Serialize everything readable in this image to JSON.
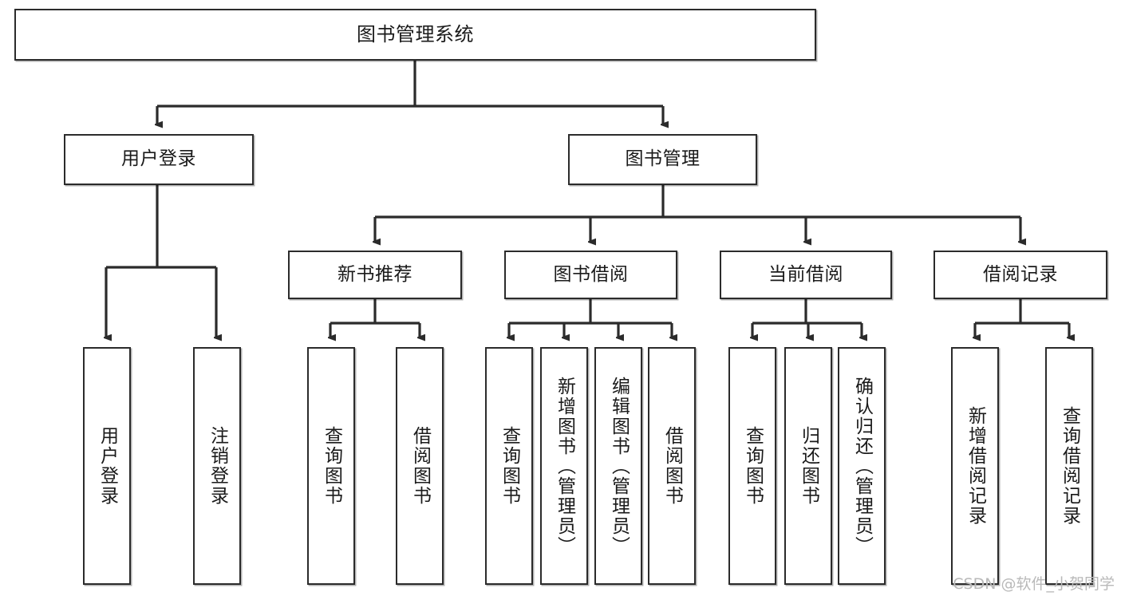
{
  "diagram": {
    "title": "图书管理系统",
    "type": "hierarchy-tree",
    "root": {
      "id": "root",
      "label": "图书管理系统"
    },
    "level1": [
      {
        "id": "user-login",
        "label": "用户登录"
      },
      {
        "id": "book-management",
        "label": "图书管理"
      }
    ],
    "level2": [
      {
        "id": "new-book-recommend",
        "label": "新书推荐",
        "parent": "book-management"
      },
      {
        "id": "book-borrow",
        "label": "图书借阅",
        "parent": "book-management"
      },
      {
        "id": "current-borrow",
        "label": "当前借阅",
        "parent": "book-management"
      },
      {
        "id": "borrow-record",
        "label": "借阅记录",
        "parent": "book-management"
      }
    ],
    "leaves": [
      {
        "id": "leaf-user-login",
        "label": "用户登录",
        "parent": "user-login"
      },
      {
        "id": "leaf-logout-login",
        "label": "注销登录",
        "parent": "user-login"
      },
      {
        "id": "leaf-query-book-1",
        "label": "查询图书",
        "parent": "new-book-recommend"
      },
      {
        "id": "leaf-borrow-book-1",
        "label": "借阅图书",
        "parent": "new-book-recommend"
      },
      {
        "id": "leaf-query-book-2",
        "label": "查询图书",
        "parent": "book-borrow"
      },
      {
        "id": "leaf-add-book",
        "label": "新增图书（管理员）",
        "parent": "book-borrow"
      },
      {
        "id": "leaf-edit-book",
        "label": "编辑图书（管理员）",
        "parent": "book-borrow"
      },
      {
        "id": "leaf-borrow-book-2",
        "label": "借阅图书",
        "parent": "book-borrow"
      },
      {
        "id": "leaf-query-book-3",
        "label": "查询图书",
        "parent": "current-borrow"
      },
      {
        "id": "leaf-return-book",
        "label": "归还图书",
        "parent": "current-borrow"
      },
      {
        "id": "leaf-confirm-return",
        "label": "确认归还（管理员）",
        "parent": "current-borrow"
      },
      {
        "id": "leaf-add-record",
        "label": "新增借阅记录",
        "parent": "borrow-record"
      },
      {
        "id": "leaf-query-record",
        "label": "查询借阅记录",
        "parent": "borrow-record"
      }
    ],
    "colors": {
      "stroke": "#2b2b2b",
      "fill": "#ffffff",
      "text": "#1a1a1a",
      "watermark": "#b9b9b9"
    }
  },
  "watermark": {
    "text": "CSDN @软件_小贺同学"
  }
}
